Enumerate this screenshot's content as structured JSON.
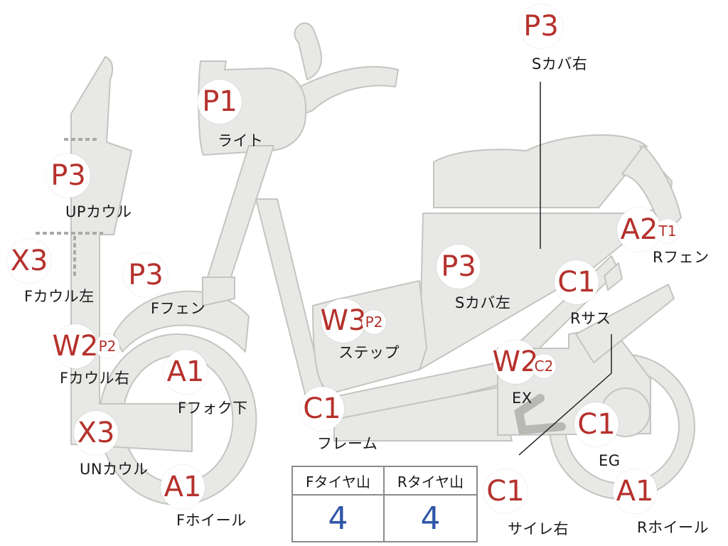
{
  "colors": {
    "part_fill": "#e8e8e6",
    "part_stroke": "#c4c4c0",
    "grade_text": "#b5312c",
    "value_text": "#2f56a8"
  },
  "parts": [
    {
      "id": "light",
      "grade": "P1",
      "label": "ライト"
    },
    {
      "id": "seat-cover-right",
      "grade": "P3",
      "label": "Sカバ右"
    },
    {
      "id": "upper-cowl",
      "grade": "P3",
      "label": "UPカウル"
    },
    {
      "id": "front-cowl-left",
      "grade": "X3",
      "label": "Fカウル左"
    },
    {
      "id": "front-fender",
      "grade": "P3",
      "label": "Fフェン"
    },
    {
      "id": "front-cowl-right",
      "grade": "W2",
      "sub": "P2",
      "label": "Fカウル右"
    },
    {
      "id": "front-fork-lower",
      "grade": "A1",
      "label": "Fフォク下"
    },
    {
      "id": "under-cowl",
      "grade": "X3",
      "label": "UNカウル"
    },
    {
      "id": "front-wheel",
      "grade": "A1",
      "label": "Fホイール"
    },
    {
      "id": "step",
      "grade": "W3",
      "sub": "P2",
      "label": "ステップ"
    },
    {
      "id": "seat-cover-left",
      "grade": "P3",
      "label": "Sカバ左"
    },
    {
      "id": "frame",
      "grade": "C1",
      "label": "フレーム"
    },
    {
      "id": "rear-fender",
      "grade": "A2",
      "sub": "T1",
      "label": "Rフェン"
    },
    {
      "id": "rear-suspension",
      "grade": "C1",
      "label": "Rサス"
    },
    {
      "id": "exhaust",
      "grade": "W2",
      "sub": "C2",
      "label": "EX"
    },
    {
      "id": "engine",
      "grade": "C1",
      "label": "EG"
    },
    {
      "id": "muffler-right",
      "grade": "C1",
      "label": "サイレ右"
    },
    {
      "id": "rear-wheel",
      "grade": "A1",
      "label": "Rホイール"
    }
  ],
  "tyre_table": {
    "headers": [
      "Fタイヤ山",
      "Rタイヤ山"
    ],
    "values": [
      "4",
      "4"
    ]
  }
}
